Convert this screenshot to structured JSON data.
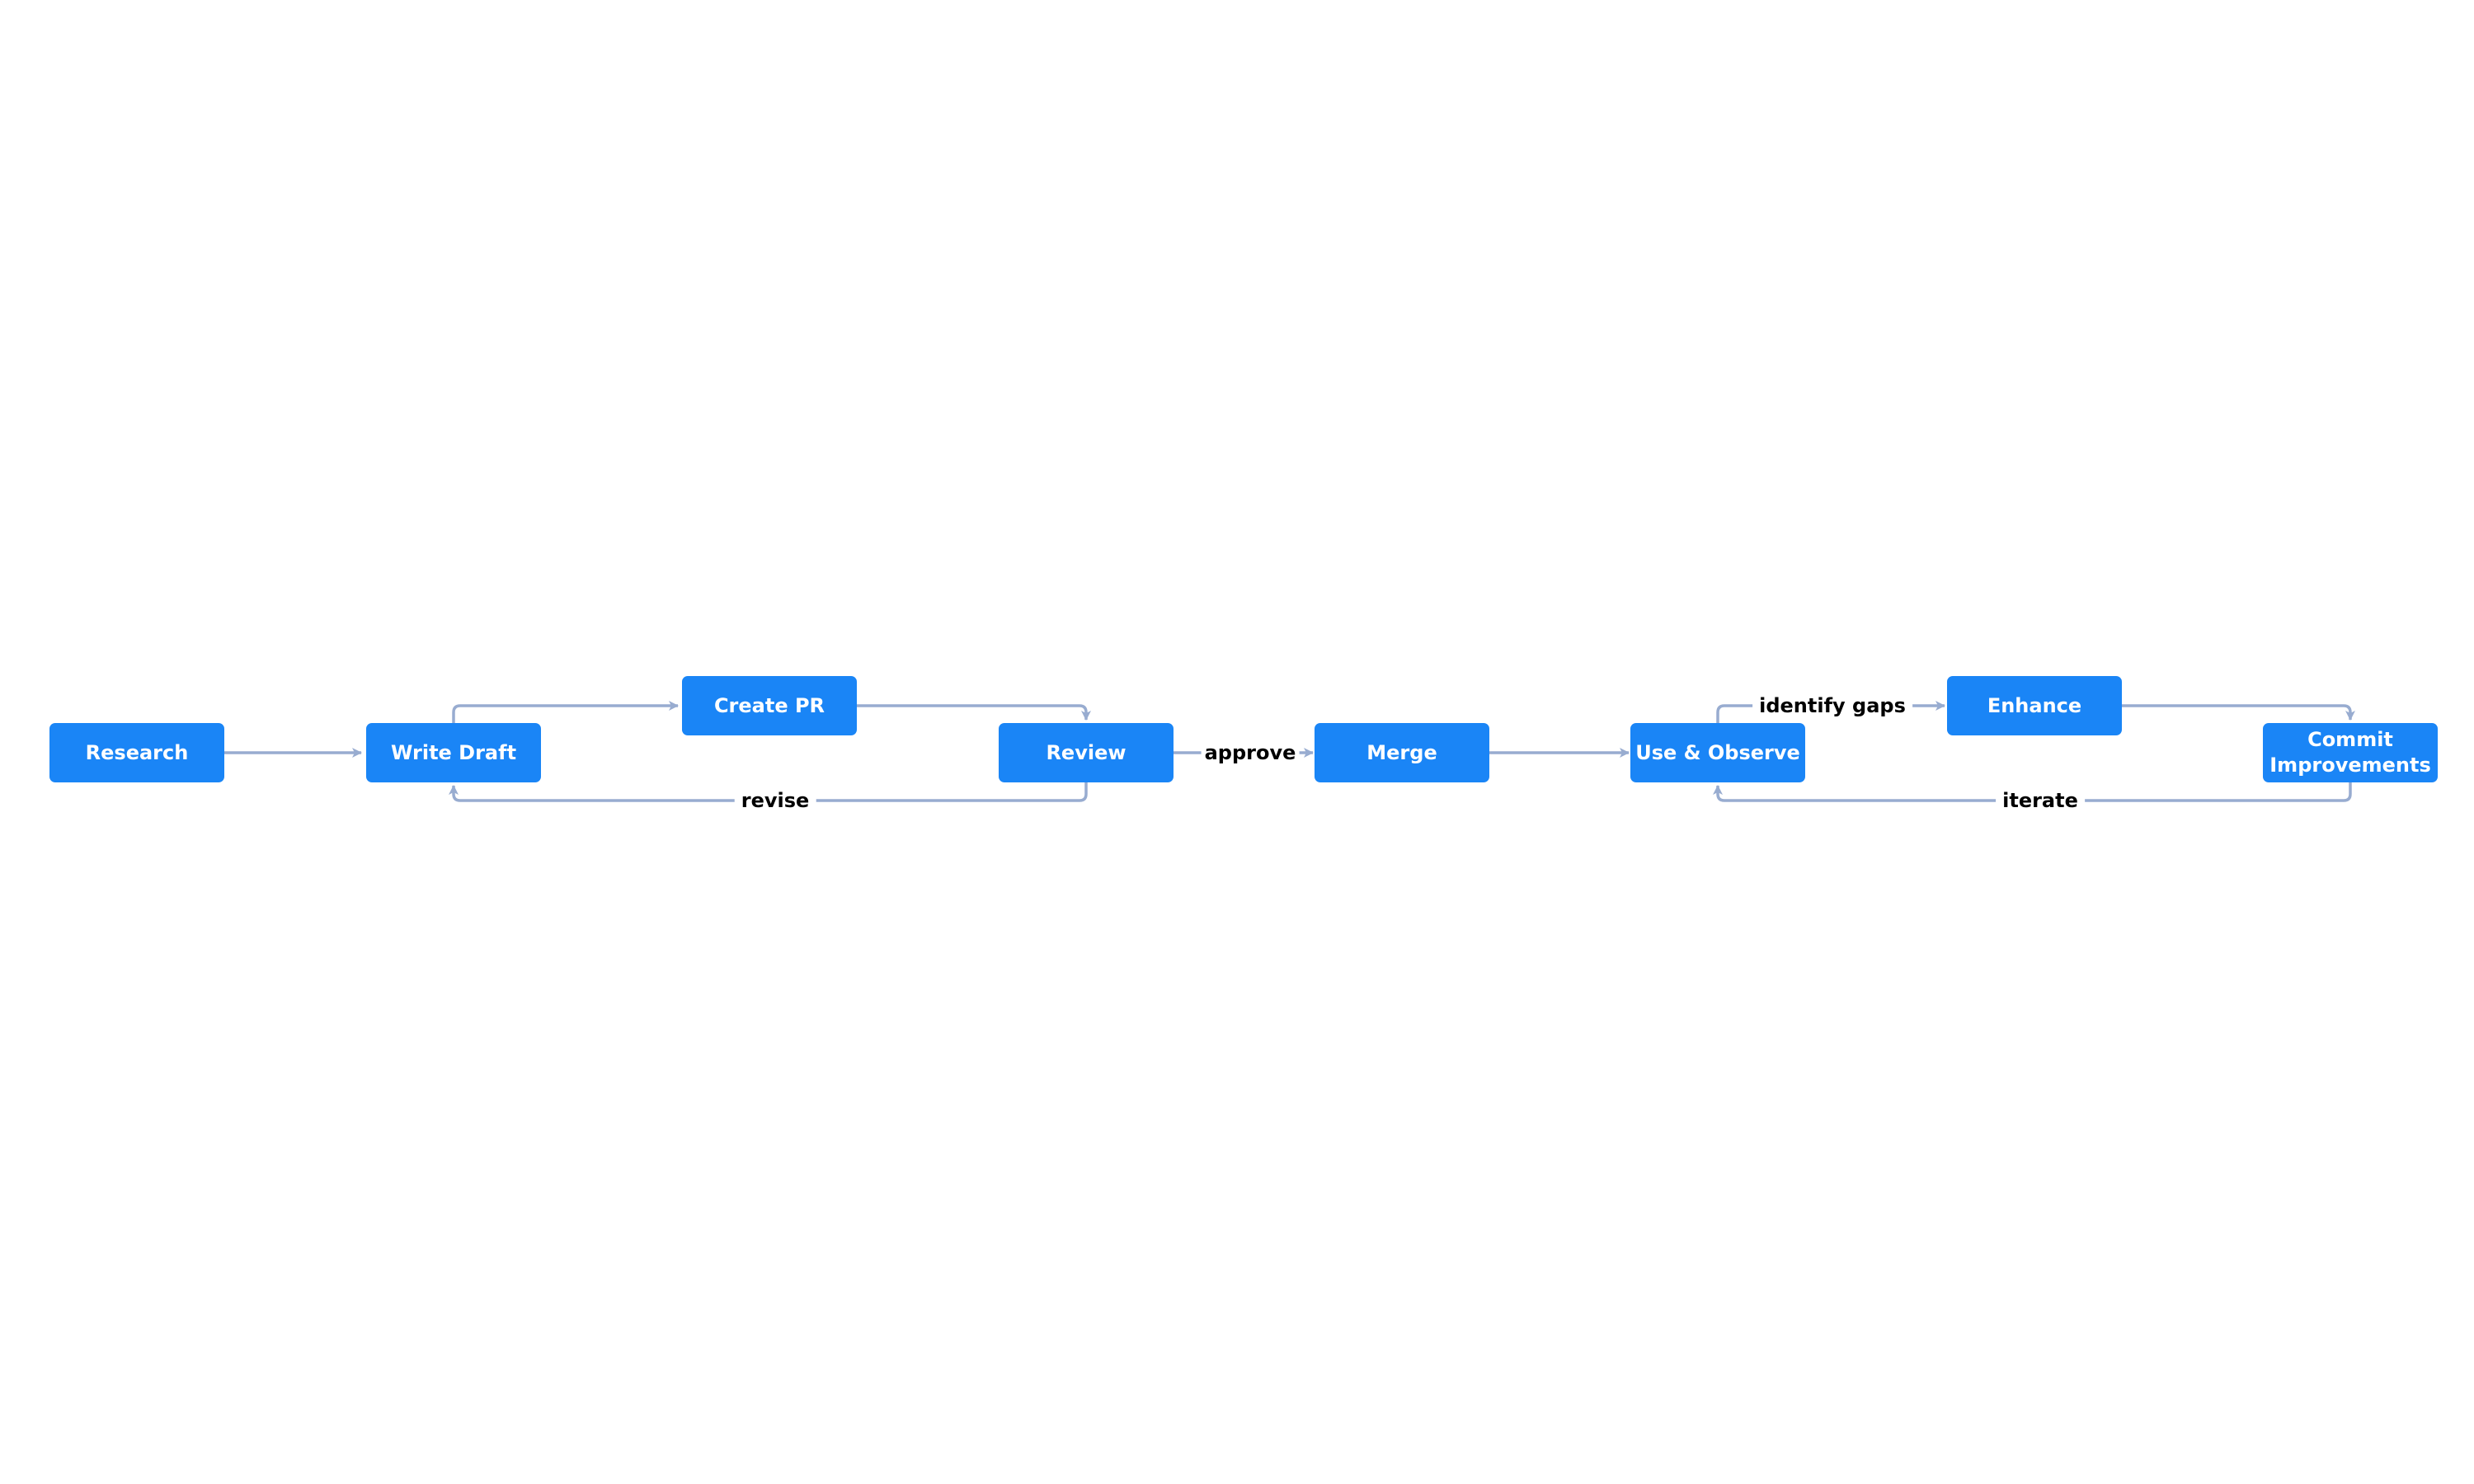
{
  "colors": {
    "node_fill": "#1a85f6",
    "node_text": "#ffffff",
    "edge": "#98acd0",
    "label_text": "#000000",
    "background": "#ffffff"
  },
  "nodes": {
    "research": "Research",
    "write_draft": "Write Draft",
    "create_pr": "Create PR",
    "review": "Review",
    "merge": "Merge",
    "use_observe": "Use & Observe",
    "enhance": "Enhance",
    "commit_improvements": "Commit Improvements"
  },
  "edges": [
    {
      "from": "research",
      "to": "write_draft",
      "label": ""
    },
    {
      "from": "write_draft",
      "to": "create_pr",
      "label": ""
    },
    {
      "from": "create_pr",
      "to": "review",
      "label": ""
    },
    {
      "from": "review",
      "to": "write_draft",
      "label": "revise"
    },
    {
      "from": "review",
      "to": "merge",
      "label": "approve"
    },
    {
      "from": "merge",
      "to": "use_observe",
      "label": ""
    },
    {
      "from": "use_observe",
      "to": "enhance",
      "label": "identify gaps"
    },
    {
      "from": "enhance",
      "to": "commit_improvements",
      "label": ""
    },
    {
      "from": "commit_improvements",
      "to": "use_observe",
      "label": "iterate"
    }
  ],
  "edge_labels": {
    "revise": "revise",
    "approve": "approve",
    "identify_gaps": "identify gaps",
    "iterate": "iterate"
  }
}
